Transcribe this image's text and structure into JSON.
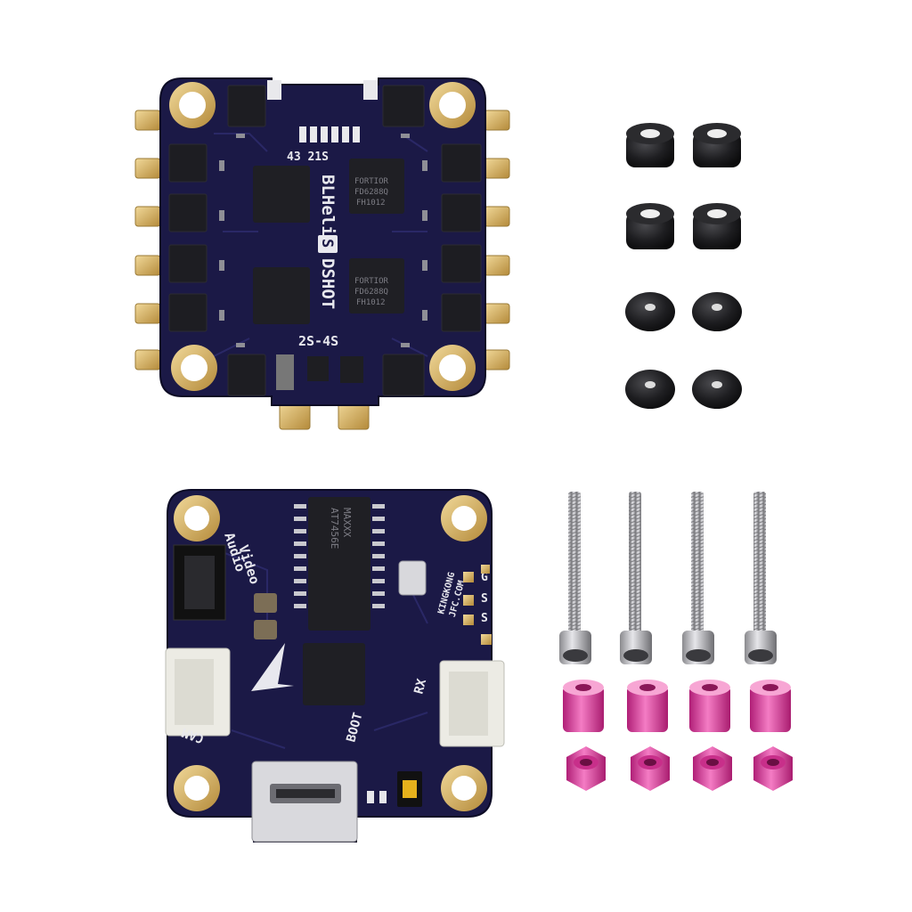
{
  "esc_board": {
    "esc_firmware": "BLHeli",
    "esc_firmware_suffix": "S",
    "esc_protocol": "DSHOT",
    "voltage": "2S-4S",
    "motor_pin_labels": "43 21S",
    "chip_brand": "FORTIOR",
    "chip_model_a": "FD6288Q",
    "chip_model_b": "FH1012"
  },
  "fc_board": {
    "label_audio": "Audio",
    "label_video": "Video",
    "label_cam": "CAM",
    "label_boot": "BOOT",
    "label_rx": "RX",
    "label_s_a": "S",
    "label_s_b": "S",
    "label_g": "G",
    "brand_line1": "KINGKONG",
    "brand_line2": "JFC.COM",
    "chip_top": "AT7456E",
    "chip_top_b": "MAXXX"
  },
  "accessories": {
    "grommets_count": 8,
    "screws_count": 4,
    "spacers_count": 4,
    "nuts_count": 4,
    "spacer_color": "#e0369b",
    "grommet_color": "#1b1b1d",
    "pcb_color": "#1c1a47",
    "pad_color": "#d7b15d"
  }
}
